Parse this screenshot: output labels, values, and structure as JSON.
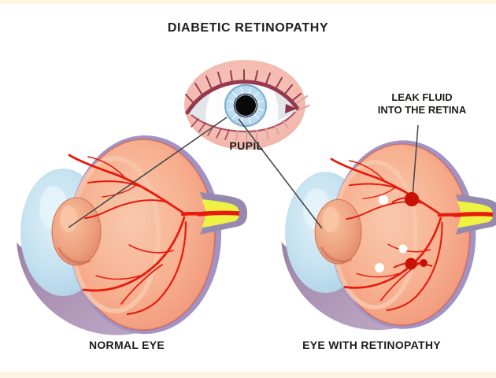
{
  "title": "DIABETIC RETINOPATHY",
  "center_eye": {
    "label": "PUPIL"
  },
  "right_annotation": {
    "line1": "LEAK FLUID",
    "line2": "INTO THE RETINA"
  },
  "left_eye": {
    "caption": "NORMAL EYE"
  },
  "right_eye": {
    "caption": "EYE WITH RETINOPATHY"
  },
  "colors": {
    "cream": "#fdf5e2",
    "title_text": "#1d1d1b",
    "vessel_red": "#e81a0c",
    "leak_spot_red": "#c91205",
    "exudate_white": "#ffffff",
    "rim_purple": "#a393c4",
    "nerve_yellow": "#edf243",
    "nerve_sheath": "#9589af",
    "lid_maroon": "#97394e",
    "lash_pink": "#dfa3a3",
    "leader_line": "#4a4a4a",
    "face_pink": "#f3bbb1",
    "iris_blue": "#bfdfef",
    "cornea_blue": "#bcdeee",
    "salmon_interior": "#f5ab8d",
    "sclera_lavender": "#c3b2d4"
  }
}
